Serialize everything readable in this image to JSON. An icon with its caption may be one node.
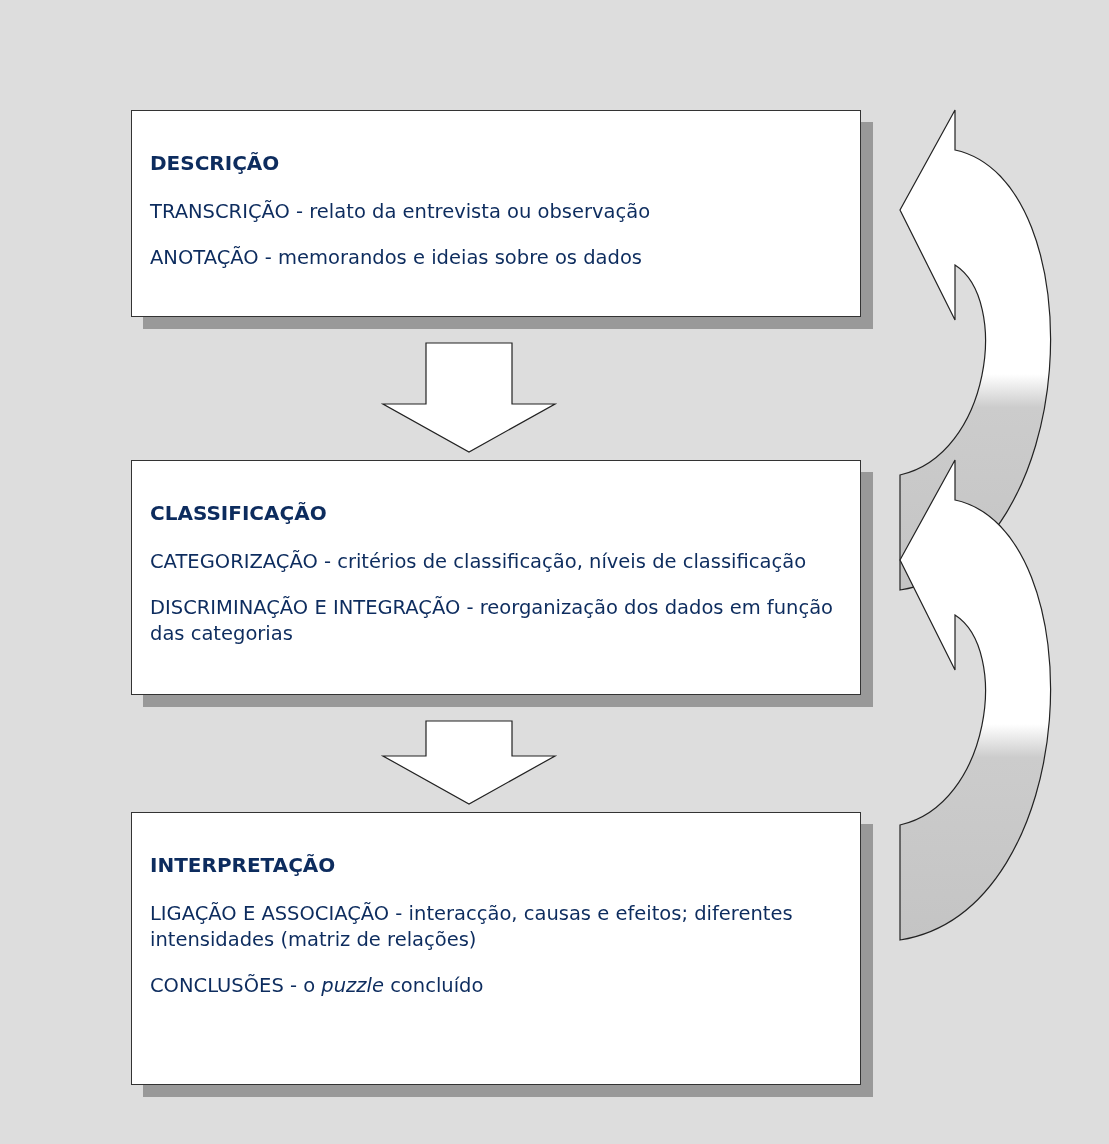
{
  "diagram": {
    "nodes": [
      {
        "text": [
          "DESCRIÇÃO",
          "TRANSCRIÇÃO - relato da entrevista ou observação",
          "ANOTAÇÃO - memorandos e ideias sobre os dados"
        ]
      },
      {
        "text": [
          "CLASSIFICAÇÃO",
          "CATEGORIZAÇÃO - critérios de classificação, níveis de classificação",
          "DISCRIMINAÇÃO E INTEGRAÇÃO - reorganização dos dados em função das categorias"
        ]
      },
      {
        "text": [
          "INTERPRETAÇÃO",
          "LIGAÇÃO E ASSOCIAÇÃO - interacção, causas e efeitos; diferentes intensidades (matriz de relações)",
          "CONCLUSÕES - o *puzzle* concluído"
        ]
      }
    ],
    "edges": [
      {
        "from": 0,
        "to": 1,
        "arrow": "to"
      },
      {
        "from": 1,
        "to": 2,
        "arrow": "to"
      },
      {
        "from": 1,
        "to": 0,
        "arrow": "to"
      },
      {
        "from": 2,
        "to": 1,
        "arrow": "to"
      }
    ]
  }
}
